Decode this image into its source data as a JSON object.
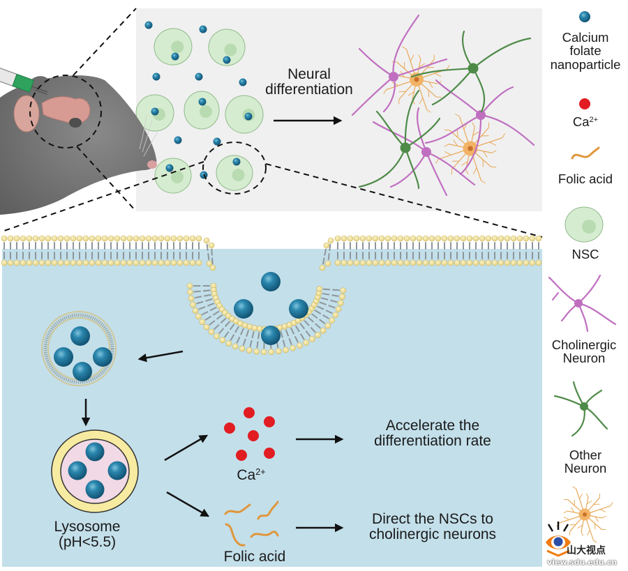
{
  "figure": {
    "top_panel": {
      "step_label_line1": "Neural",
      "step_label_line2": "differentiation"
    },
    "bottom_panel": {
      "lysosome_label_line1": "Lysosome",
      "lysosome_label_line2": "(pH<5.5)",
      "calcium_ion_label": "Ca",
      "calcium_ion_charge": "2+",
      "folic_acid_label": "Folic acid",
      "outcome_1_line1": "Accelerate the",
      "outcome_1_line2": "differentiation rate",
      "outcome_2_line1": "Direct the NSCs to",
      "outcome_2_line2": "cholinergic neurons"
    },
    "legend": {
      "items": [
        {
          "icon": "nanoparticle-icon",
          "line1": "Calcium",
          "line2": "folate",
          "line3": "nanoparticle"
        },
        {
          "icon": "calcium-ion-icon",
          "label": "Ca",
          "charge": "2+"
        },
        {
          "icon": "folic-acid-icon",
          "label": "Folic acid"
        },
        {
          "icon": "nsc-cell-icon",
          "label": "NSC"
        },
        {
          "icon": "cholinergic-neuron-icon",
          "line1": "Cholinergic",
          "line2": "Neuron"
        },
        {
          "icon": "other-neuron-icon",
          "line1": "Other",
          "line2": "Neuron"
        },
        {
          "icon": "astrocyte-icon",
          "label": ""
        }
      ]
    },
    "watermark": {
      "name": "山大视点",
      "url": "view.sdu.edu.cn"
    },
    "colors": {
      "nanoparticle": "#1c6e91",
      "calcium_ion": "#e11d22",
      "folic_acid": "#e0963c",
      "nsc_fill": "#d6ecd0",
      "cholinergic": "#c06fc0",
      "other_neuron": "#4e8a48",
      "astrocyte": "#e8a95a",
      "cytoplasm": "#c3dfea",
      "panel_gray": "#f0f0f0",
      "lipid_head": "#f5e6a2",
      "lysosome_ring": "#f6eba0",
      "lysosome_inner": "#f1d9e6",
      "syringe_liquid": "#2fa35d",
      "mouse": "#7b7b7b",
      "brain": "#d79b93"
    }
  }
}
